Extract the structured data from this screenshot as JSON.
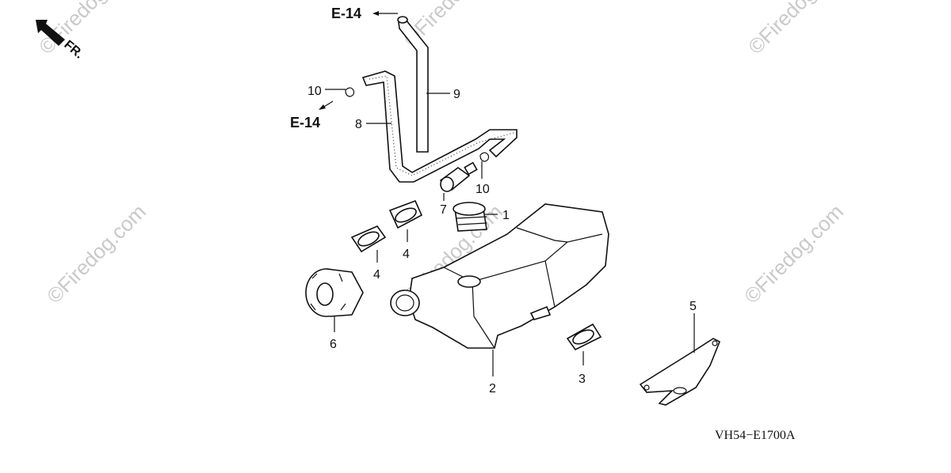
{
  "direction_label": "FR.",
  "diagram_code": "VH54−E1700A",
  "watermark": "©Firedog.com",
  "references": [
    "E-14",
    "E-14"
  ],
  "callouts": {
    "p1": "1",
    "p2": "2",
    "p3": "3",
    "p4a": "4",
    "p4b": "4",
    "p5": "5",
    "p6": "6",
    "p7": "7",
    "p8": "8",
    "p9": "9",
    "p10a": "10",
    "p10b": "10"
  }
}
